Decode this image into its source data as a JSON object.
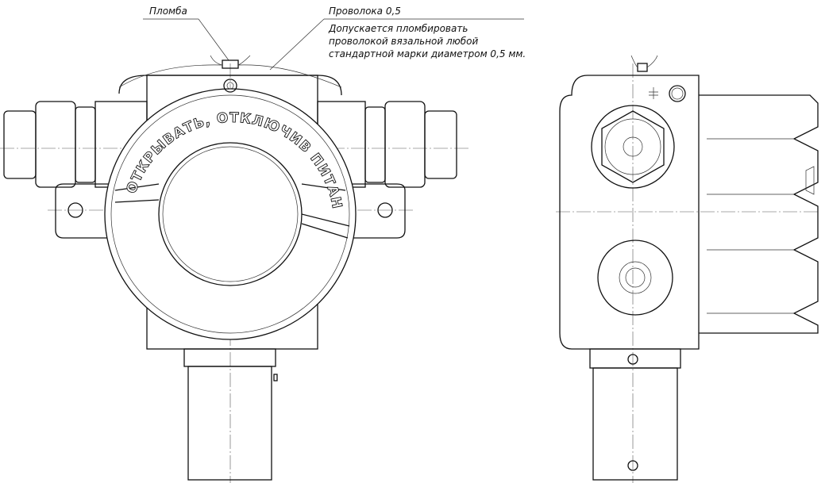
{
  "labels": {
    "seal": "Пломба",
    "wire": "Проволока 0,5",
    "note_lines": [
      "Допускается пломбировать",
      "проволокой вязальной любой",
      "стандартной марки диаметром 0,5 мм."
    ]
  },
  "cover_warning": "ОТКРЫВАТЬ, ОТКЛЮЧИВ ПИТАНИЕ!",
  "views": [
    "front-view",
    "side-view"
  ]
}
